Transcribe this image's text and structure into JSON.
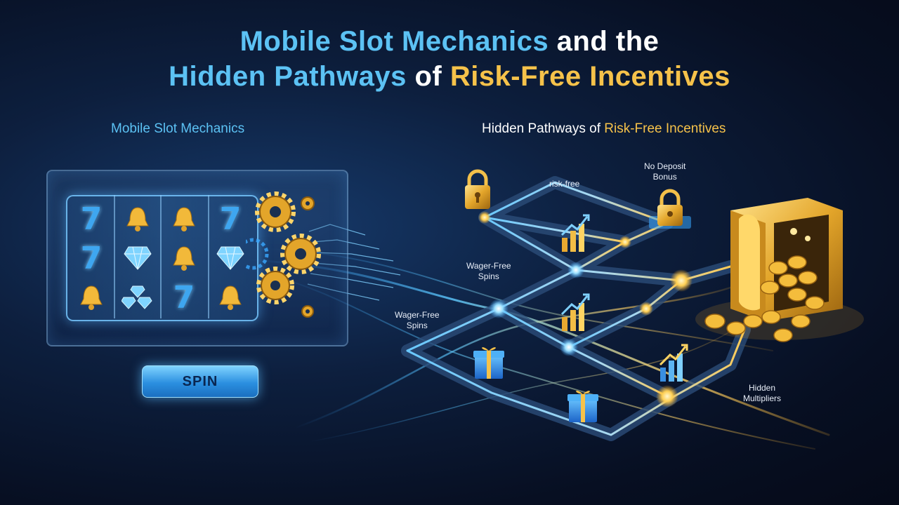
{
  "title": {
    "line1_part1": "Mobile Slot Mechanics",
    "line1_part2": " and the",
    "line2_part1": "Hidden Pathways",
    "line2_part2": " of ",
    "line2_part3": "Risk-Free Incentives"
  },
  "left_panel": {
    "heading": "Mobile Slot Mechanics",
    "spin_label": "SPIN",
    "reels": [
      [
        "seven",
        "bell",
        "bell",
        "seven"
      ],
      [
        "seven",
        "diamond",
        "bell",
        "diamond"
      ],
      [
        "bell",
        "diamonds",
        "seven",
        "bell"
      ]
    ]
  },
  "right_panel": {
    "heading_part1": "Hidden Pathways of ",
    "heading_part2": "Risk-Free Incentives",
    "labels": {
      "risk_free": "risk-free",
      "no_deposit_1": "No Deposit",
      "no_deposit_2": "Bonus",
      "wager_free_a1": "Wager-Free",
      "wager_free_a2": "Spins",
      "wager_free_b1": "Wager-Free",
      "wager_free_b2": "Spins",
      "hidden_mult_1": "Hidden",
      "hidden_mult_2": "Multipliers"
    }
  },
  "seven_glyph": "7",
  "colors": {
    "blue": "#5cc2f4",
    "gold": "#f6c24a",
    "cyan_glow": "#7fd0ff"
  }
}
